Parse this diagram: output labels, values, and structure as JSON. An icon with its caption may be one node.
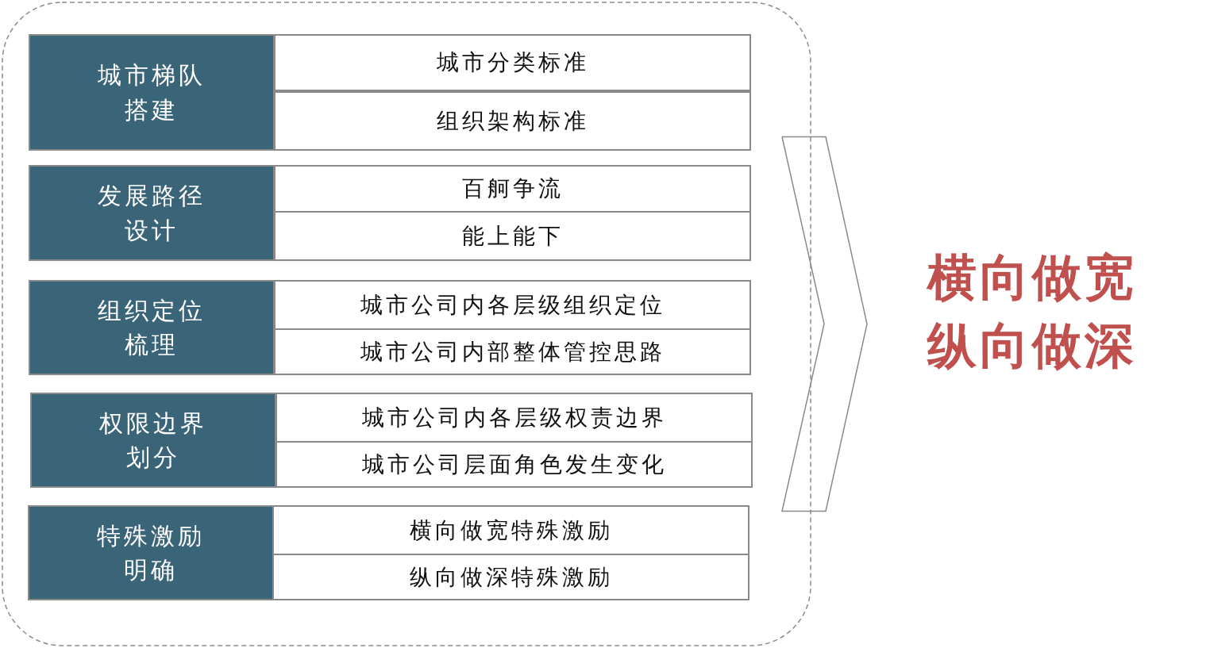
{
  "diagram": {
    "nodes": [
      {
        "text": [],
        "shape": "box"
      },
      {
        "text": [
          "城市梯队搭建"
        ],
        "in": 0
      },
      {
        "text": [
          "城市分类标准"
        ],
        "in": 0
      },
      {
        "text": [
          "组织架构标准"
        ],
        "in": 0
      },
      {
        "text": [
          "发展路径设计"
        ],
        "in": 0
      },
      {
        "text": [
          "百舸争流"
        ],
        "in": 0
      },
      {
        "text": [
          "能上能下"
        ],
        "in": 0
      },
      {
        "text": [
          "组织定位梳理"
        ],
        "in": 0
      },
      {
        "text": [
          "城市公司内各层级组织定位"
        ],
        "in": 0
      },
      {
        "text": [
          "城市公司内部整体管控思路"
        ],
        "in": 0
      },
      {
        "text": [
          "权限边界划分"
        ],
        "in": 0
      },
      {
        "text": [
          "城市公司内各层级权责边界"
        ],
        "in": 0
      },
      {
        "text": [
          "城市公司层面角色发生变化"
        ],
        "in": 0
      },
      {
        "text": [
          "特殊激励明确"
        ],
        "in": 0
      },
      {
        "text": [
          "横向做宽特殊激励"
        ],
        "in": 0
      },
      {
        "text": [
          "纵向做深特殊激励"
        ],
        "in": 0
      },
      {
        "text": [
          "横向做宽",
          "纵向做深"
        ]
      }
    ],
    "edges": [
      {
        "from": 0,
        "to": 16,
        "arrow": "to"
      }
    ]
  }
}
